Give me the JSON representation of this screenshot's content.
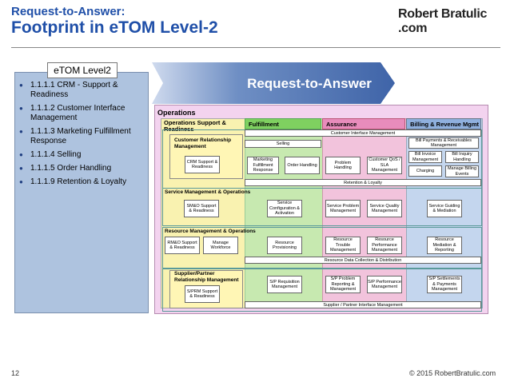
{
  "title": {
    "subtitle": "Request-to-Answer:",
    "main": "Footprint in eTOM Level-2"
  },
  "brand": "Robert Bratulic .com",
  "left_panel": {
    "tab": "eTOM Level2",
    "items": [
      "1.1.1.1 CRM - Support & Readiness",
      "1.1.1.2 Customer Interface Management",
      "1.1.1.3 Marketing Fulfillment Response",
      "1.1.1.4 Selling",
      "1.1.1.5 Order Handling",
      "1.1.1.9 Retention & Loyalty"
    ]
  },
  "arrow": {
    "label": "Request-to-Answer"
  },
  "colors": {
    "title": "#1f4fa8",
    "panel": "#aec3df",
    "arrow": "#4f74b3",
    "operations": "#f3d3ef",
    "fulfillment": "#b8e3a0",
    "assurance": "#f0b8d8",
    "billing": "#b8cde8",
    "ops_support": "#f9f2b0"
  },
  "diagram": {
    "operations": "Operations",
    "columns": {
      "ops_support": "Operations Support & Readiness",
      "fulfillment": "Fulfillment",
      "assurance": "Assurance",
      "billing": "Billing & Revenue Mgmt"
    },
    "customer_interface": "Customer Interface Management",
    "crm_header": "Customer Relationship Management",
    "crm_support": "CRM Support & Readiness",
    "selling": "Selling",
    "marketing": "Marketing Fulfillment Response",
    "order_handling": "Order Handling",
    "problem_handling": "Problem Handling",
    "customer_qos": "Customer QoS / SLA Management",
    "bill_payments": "Bill Payments & Receivables Management",
    "bill_invoice": "Bill Invoice Management",
    "bill_inquiry": "Bill Inquiry Handling",
    "charging": "Charging",
    "manage_billing": "Manage Billing Events",
    "retention": "Retention & Loyalty",
    "service_mgmt": "Service Management & Operations",
    "smo_support": "SM&O Support & Readiness",
    "service_config": "Service Configuration & Activation",
    "service_problem": "Service Problem Management",
    "service_quality": "Service Quality Management",
    "service_guiding": "Service Guiding & Mediation",
    "resource_mgmt": "Resource Management & Operations",
    "rmo_support": "RM&O Support & Readiness",
    "manage_workforce": "Manage Workforce",
    "resource_provisioning": "Resource Provisioning",
    "resource_trouble": "Resource Trouble Management",
    "resource_performance": "Resource Performance Management",
    "resource_mediation": "Resource Mediation & Reporting",
    "resource_data": "Resource Data Collection & Distribution",
    "supplier_header": "Supplier/Partner Relationship Management",
    "sprm_support": "S/PRM Support & Readiness",
    "sp_requisition": "S/P Requisition Management",
    "sp_problem": "S/P Problem Reporting & Management",
    "sp_performance": "S/P Performance Management",
    "sp_settlements": "S/P Settlements & Payments Management",
    "supplier_interface": "Supplier / Partner Interface Management"
  },
  "footer": {
    "page": "12",
    "copyright": "© 2015 RobertBratulic.com"
  }
}
